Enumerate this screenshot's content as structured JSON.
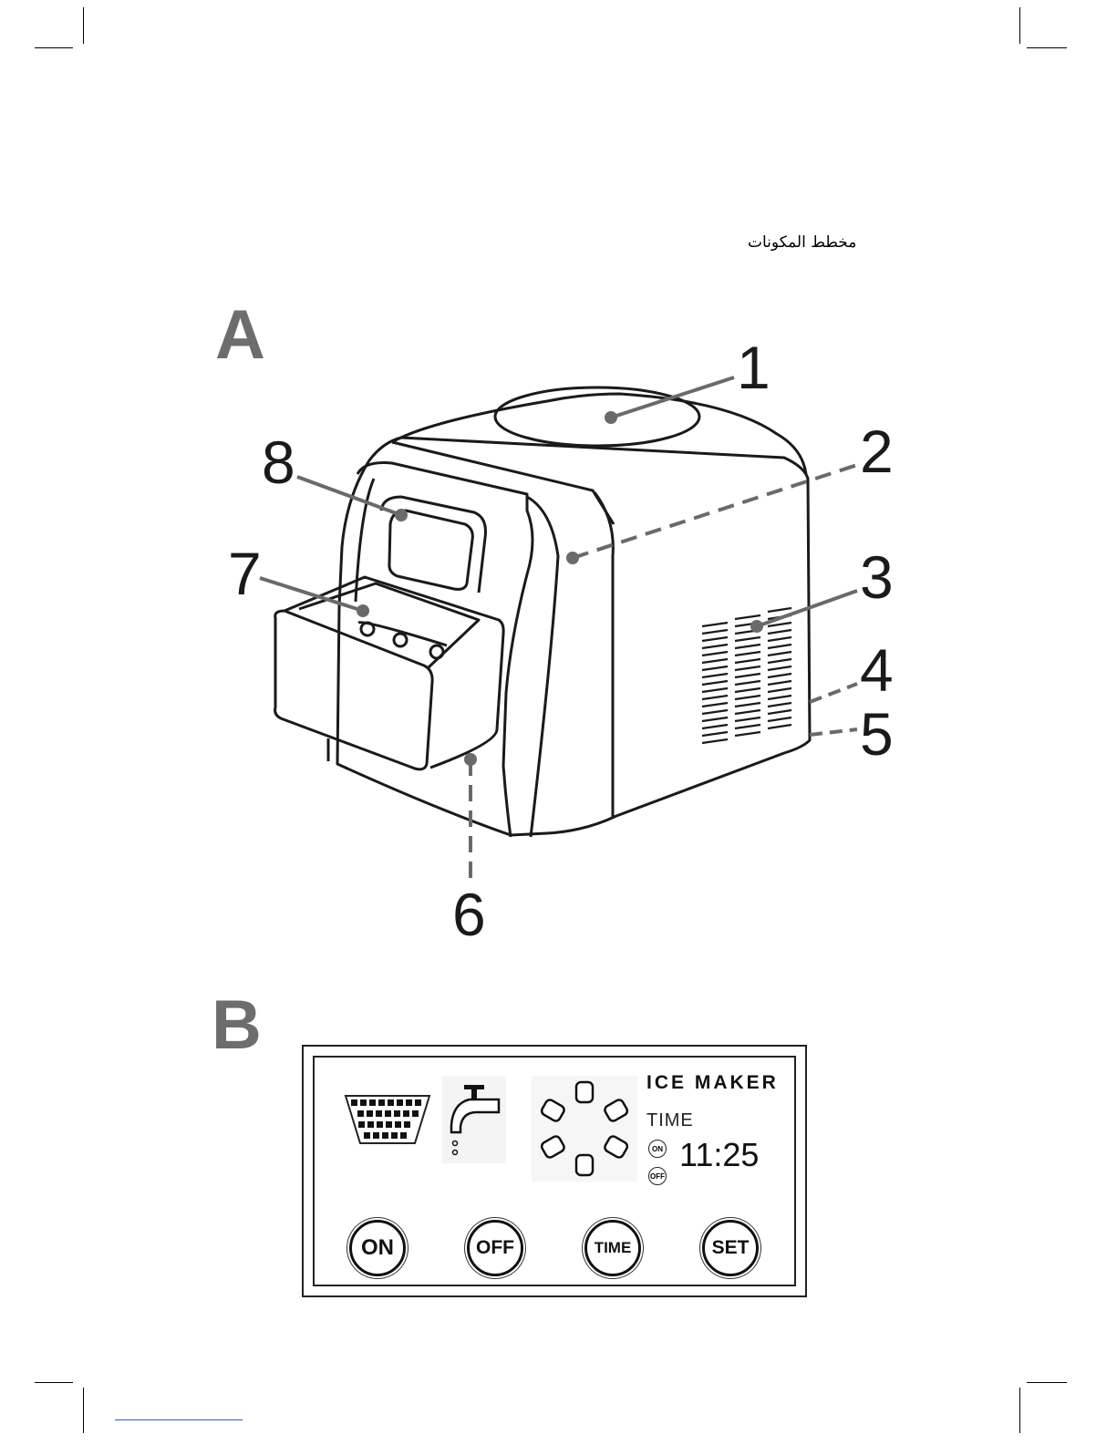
{
  "page_heading": "مخطط المكونات",
  "section_a": {
    "letter": "A",
    "callouts": [
      "1",
      "2",
      "3",
      "4",
      "5",
      "6",
      "7",
      "8"
    ]
  },
  "section_b": {
    "letter": "B",
    "panel": {
      "title": "ICE MAKER",
      "time_label": "TIME",
      "time_value": "11:25",
      "timer_on_badge": "ON",
      "timer_off_badge": "OFF",
      "buttons": [
        "ON",
        "OFF",
        "TIME",
        "SET"
      ],
      "icons": [
        "ice-basket-icon",
        "water-tap-icon",
        "ice-cube-size-icon"
      ]
    }
  }
}
